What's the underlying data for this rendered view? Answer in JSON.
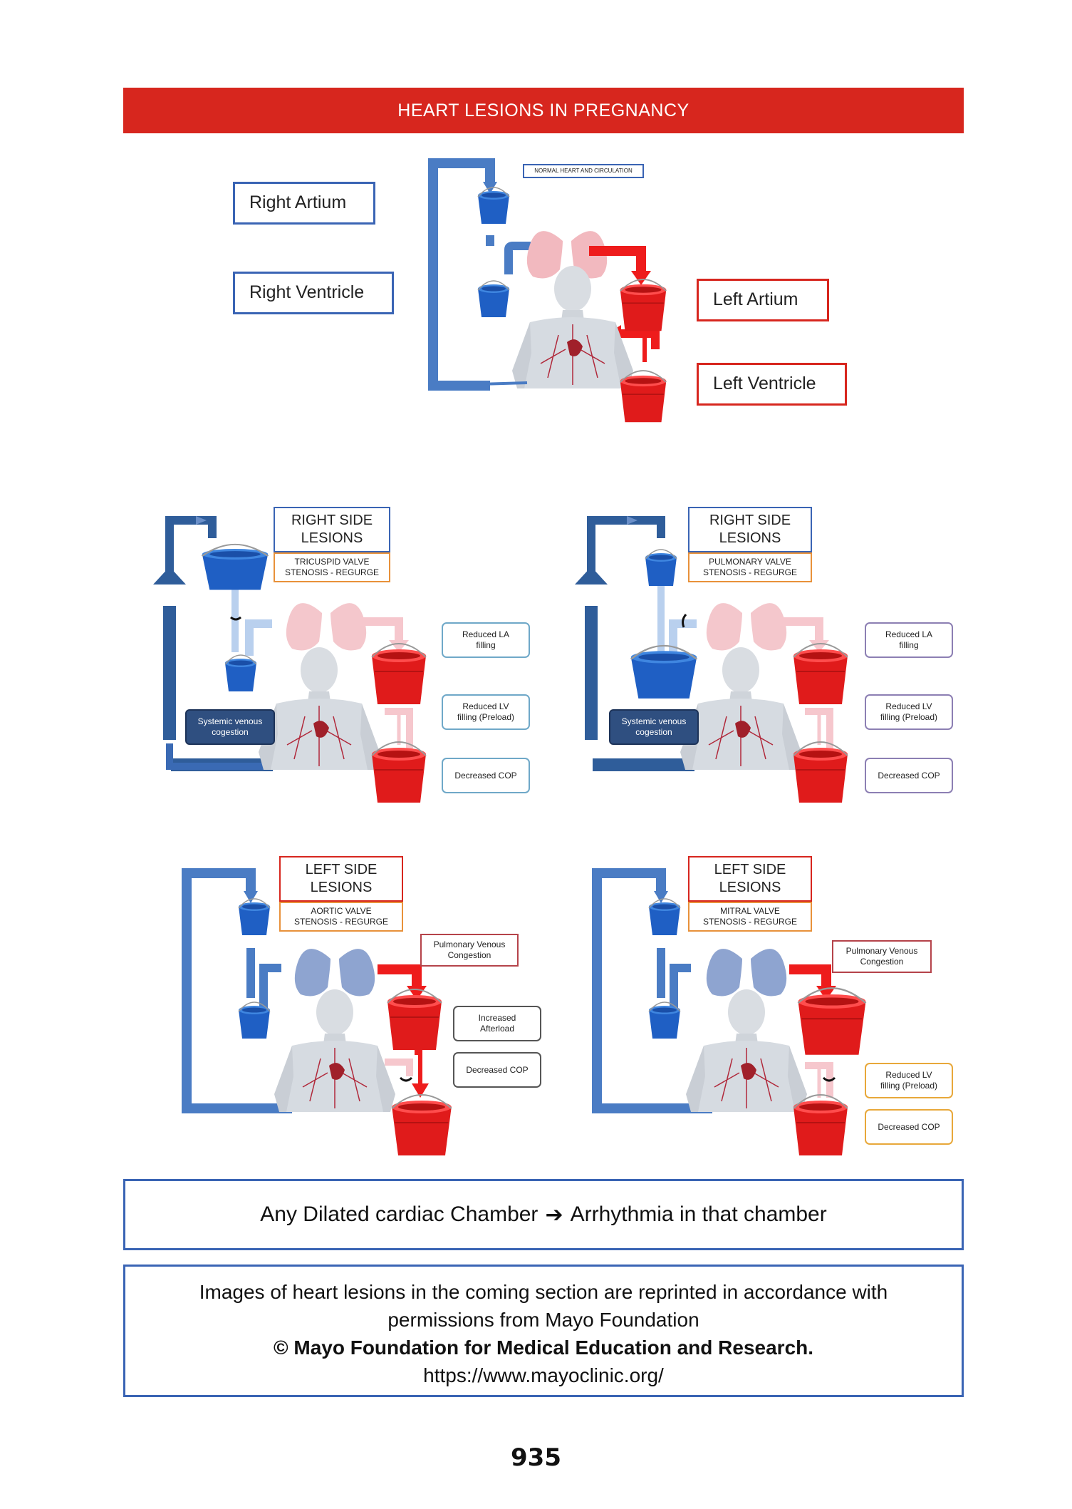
{
  "banner": {
    "title": "HEART LESIONS IN PREGNANCY"
  },
  "normal": {
    "caption": "NORMAL HEART AND CIRCULATION",
    "right_atrium": "Right Artium",
    "right_ventricle": "Right Ventricle",
    "left_atrium": "Left Artium",
    "left_ventricle": "Left Ventricle"
  },
  "panels": [
    {
      "title": "RIGHT SIDE\nLESIONS",
      "subtitle": "TRICUSPID VALVE\nSTENOSIS  -  REGURGE",
      "side_label": "Systemic venous\ncogestion",
      "notes": [
        "Reduced LA\nfilling",
        "Reduced LV\nfilling (Preload)",
        "Decreased COP"
      ]
    },
    {
      "title": "RIGHT SIDE\nLESIONS",
      "subtitle": "PULMONARY VALVE\nSTENOSIS  -  REGURGE",
      "side_label": "Systemic venous\ncogestion",
      "notes": [
        "Reduced LA\nfilling",
        "Reduced LV\nfilling (Preload)",
        "Decreased COP"
      ]
    },
    {
      "title": "LEFT SIDE\nLESIONS",
      "subtitle": "AORTIC VALVE\nSTENOSIS  -  REGURGE",
      "notes": [
        "Pulmonary Venous\nCongestion",
        "Increased\nAfterload",
        "Decreased COP"
      ]
    },
    {
      "title": "LEFT SIDE\nLESIONS",
      "subtitle": "MITRAL VALVE\nSTENOSIS  -  REGURGE",
      "notes": [
        "Pulmonary Venous\nCongestion",
        "Reduced LV\nfilling (Preload)",
        "Decreased COP"
      ]
    }
  ],
  "summary": {
    "left": "Any Dilated cardiac Chamber",
    "arrow": "➔",
    "right": "Arrhythmia in that chamber"
  },
  "permissions": {
    "line1": "Images of heart lesions in the coming section are reprinted in accordance with",
    "line2": "permissions from Mayo Foundation",
    "line3": "© Mayo Foundation for Medical Education and Research.",
    "line4": "https://www.mayoclinic.org/"
  },
  "page_number": "935",
  "colors": {
    "banner": "#d7261e",
    "blue": "#3a64b4",
    "red": "#d7261e",
    "orange": "#e8913a",
    "purple": "#8c7fb3",
    "teal": "#6fa8c8",
    "navy": "#2f4f80",
    "lung_pink": "#f2b9bf",
    "lung_blue": "#8ea4d0"
  }
}
